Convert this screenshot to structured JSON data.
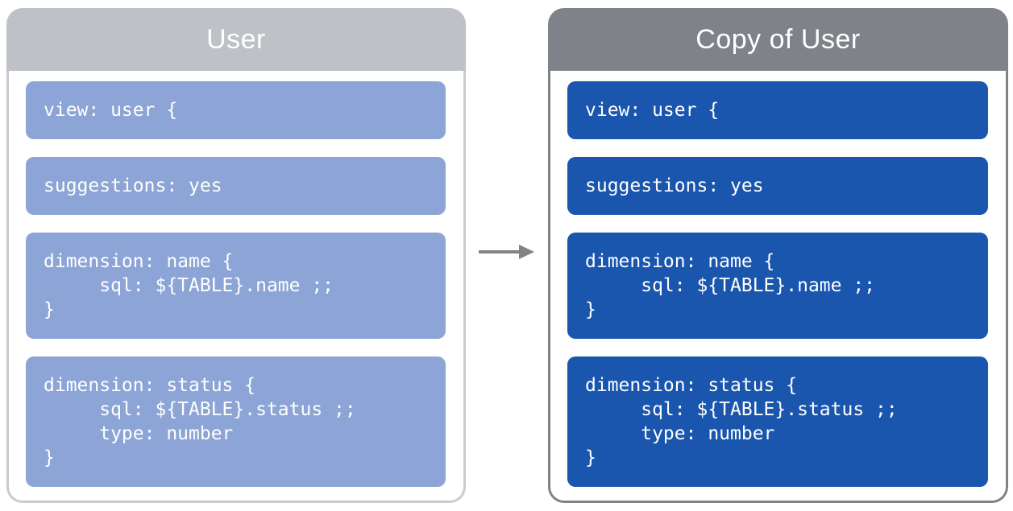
{
  "diagram": {
    "arrow": {
      "direction": "right",
      "color": "#808487"
    }
  },
  "panels": [
    {
      "title": "User",
      "colors": {
        "header": "#BEC2C6",
        "border": "#C9CBCE",
        "block": "#8CA5D6",
        "title_text": "#FFFFFF",
        "code_text": "#FFFFFF"
      },
      "blocks": [
        {
          "code": "view: user {"
        },
        {
          "code": "suggestions: yes"
        },
        {
          "code": "dimension: name {\n     sql: ${TABLE}.name ;;\n}"
        },
        {
          "code": "dimension: status {\n     sql: ${TABLE}.status ;;\n     type: number\n}"
        }
      ]
    },
    {
      "title": "Copy of User",
      "colors": {
        "header": "#7F8389",
        "border": "#7F8389",
        "block": "#1A56AD",
        "title_text": "#FFFFFF",
        "code_text": "#FFFFFF"
      },
      "blocks": [
        {
          "code": "view: user {"
        },
        {
          "code": "suggestions: yes"
        },
        {
          "code": "dimension: name {\n     sql: ${TABLE}.name ;;\n}"
        },
        {
          "code": "dimension: status {\n     sql: ${TABLE}.status ;;\n     type: number\n}"
        }
      ]
    }
  ]
}
